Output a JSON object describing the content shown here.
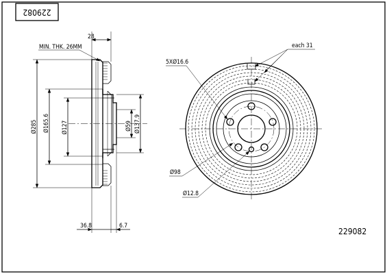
{
  "part_number_box": "229082",
  "part_number_label": "229082",
  "dimensions": {
    "min_thickness": "MIN. THK. 26MM",
    "thickness": "28",
    "outer_diameter": "Ø285",
    "diameter_165": "Ø165.6",
    "diameter_127": "Ø127",
    "center_bore": "Ø59",
    "hub_diameter": "Ø137.9",
    "overall_height": "36.8",
    "hat_offset": "6.7",
    "bolt_holes": "5XØ16.6",
    "bolt_circle": "Ø98",
    "small_hole": "Ø12.8",
    "angle_each": "each 31"
  }
}
